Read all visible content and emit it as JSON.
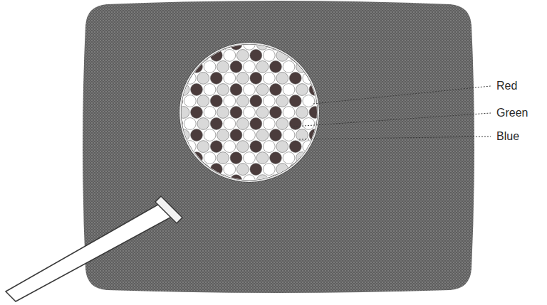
{
  "diagram": {
    "labels": [
      "Red",
      "Green",
      "Blue"
    ]
  }
}
